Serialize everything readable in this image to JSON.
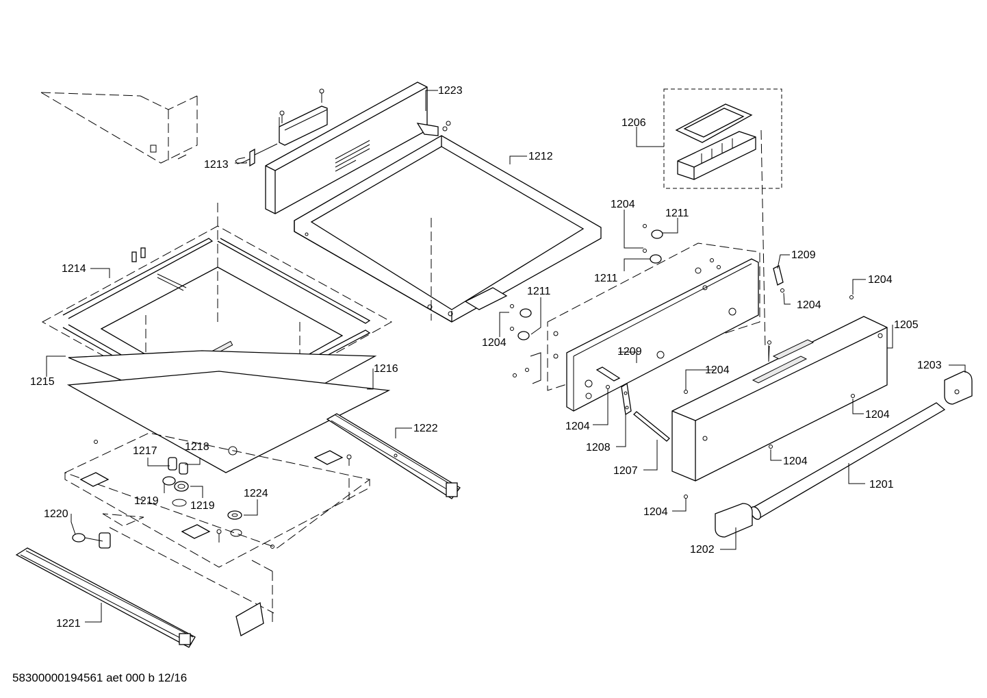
{
  "footer_text": "58300000194561 aet 000 b 12/16",
  "labels": {
    "l1223": "1223",
    "l1212": "1212",
    "l1213": "1213",
    "l1214": "1214",
    "l1215": "1215",
    "l1216": "1216",
    "l1217": "1217",
    "l1218": "1218",
    "l1219a": "1219",
    "l1219b": "1219",
    "l1224": "1224",
    "l1220": "1220",
    "l1221": "1221",
    "l1222": "1222",
    "l1206": "1206",
    "l1204a": "1204",
    "l1211a": "1211",
    "l1211b": "1211",
    "l1211c": "1211",
    "l1204b": "1204",
    "l1209a": "1209",
    "l1204c": "1204",
    "l1204d": "1204",
    "l1205": "1205",
    "l1209b": "1209",
    "l1204e": "1204",
    "l1203": "1203",
    "l1204f": "1204",
    "l1204g": "1204",
    "l1208": "1208",
    "l1204h": "1204",
    "l1207": "1207",
    "l1201": "1201",
    "l1204i": "1204",
    "l1202": "1202"
  }
}
